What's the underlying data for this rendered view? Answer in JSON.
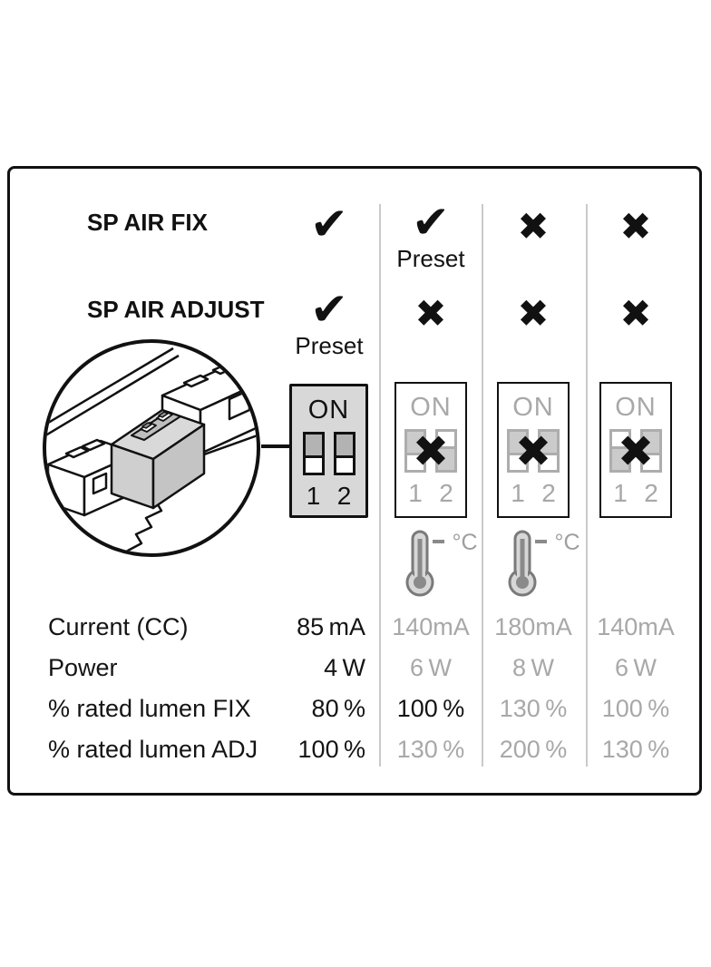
{
  "colors": {
    "ink": "#111111",
    "muted": "#a8a8a8",
    "divider": "#c9c9c9",
    "dip_fill": "#d8d8d8",
    "handle": "#b3b3b3"
  },
  "matrix": {
    "rows": [
      {
        "label": "SP AIR FIX",
        "marks": [
          {
            "type": "check",
            "glyph": "✔"
          },
          {
            "type": "check",
            "glyph": "✔",
            "preset": "Preset"
          },
          {
            "type": "cross",
            "glyph": "✖"
          },
          {
            "type": "cross",
            "glyph": "✖"
          }
        ]
      },
      {
        "label": "SP AIR ADJUST",
        "marks": [
          {
            "type": "check",
            "glyph": "✔",
            "preset": "Preset"
          },
          {
            "type": "cross",
            "glyph": "✖"
          },
          {
            "type": "cross",
            "glyph": "✖"
          },
          {
            "type": "cross",
            "glyph": "✖"
          }
        ]
      }
    ]
  },
  "dip": {
    "on_label": "ON",
    "pin_labels": [
      "1",
      "2"
    ],
    "cross_glyph": "✖",
    "columns": [
      {
        "state": "active",
        "switch1": "up",
        "switch2": "up",
        "crossed": false
      },
      {
        "state": "inactive",
        "switch1": "up",
        "switch2": "down",
        "crossed": true
      },
      {
        "state": "inactive",
        "switch1": "up",
        "switch2": "up",
        "crossed": true
      },
      {
        "state": "inactive",
        "switch1": "down",
        "switch2": "up",
        "crossed": true
      }
    ]
  },
  "thermometer": {
    "unit": "°C"
  },
  "table": {
    "rows": [
      {
        "label": "Current (CC)",
        "values": [
          {
            "text": "85 mA",
            "tone": "black"
          },
          {
            "text": "140mA",
            "tone": "gray"
          },
          {
            "text": "180mA",
            "tone": "gray"
          },
          {
            "text": "140mA",
            "tone": "gray"
          }
        ]
      },
      {
        "label": "Power",
        "values": [
          {
            "text": "4 W",
            "tone": "black"
          },
          {
            "text": "6 W",
            "tone": "gray"
          },
          {
            "text": "8 W",
            "tone": "gray"
          },
          {
            "text": "6 W",
            "tone": "gray"
          }
        ]
      },
      {
        "label": "% rated lumen FIX",
        "values": [
          {
            "text": "80 %",
            "tone": "black"
          },
          {
            "text": "100 %",
            "tone": "black"
          },
          {
            "text": "130 %",
            "tone": "gray"
          },
          {
            "text": "100 %",
            "tone": "gray"
          }
        ]
      },
      {
        "label": "% rated lumen ADJ",
        "values": [
          {
            "text": "100 %",
            "tone": "black"
          },
          {
            "text": "130 %",
            "tone": "gray"
          },
          {
            "text": "200 %",
            "tone": "gray"
          },
          {
            "text": "130 %",
            "tone": "gray"
          }
        ]
      }
    ]
  }
}
